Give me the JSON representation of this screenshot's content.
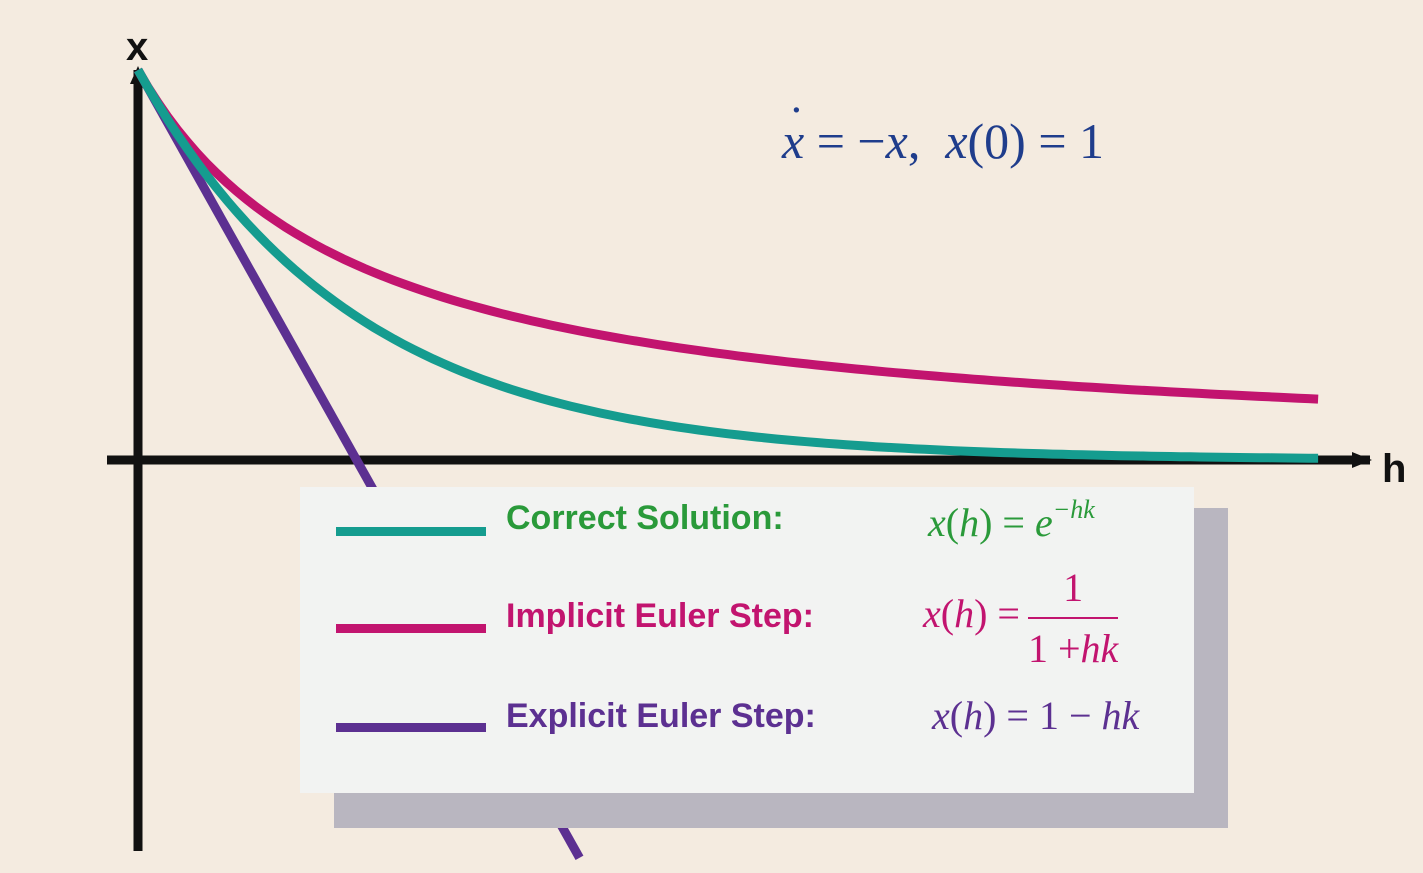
{
  "colors": {
    "background": "#f4ebe0",
    "axis": "#111111",
    "equation": "#1f3d8c",
    "correct": "#159c8f",
    "implicit": "#c2146f",
    "explicit": "#5c3091",
    "correct_text": "#2a9a3a"
  },
  "equation": {
    "lhs_var": "x",
    "eq1": " = −",
    "rhs_var": "x",
    "sep": ",  ",
    "init": "x",
    "init_args": "(0) = 1"
  },
  "legend": {
    "correct": {
      "label": "Correct Solution:",
      "f_x": "x",
      "f_arg_open": "(",
      "f_h": "h",
      "f_arg_close": ") = ",
      "f_base": "e",
      "f_exp": "−hk"
    },
    "implicit": {
      "label": "Implicit Euler Step:",
      "f_x": "x",
      "f_arg_open": "(",
      "f_h": "h",
      "f_arg_close": ") =",
      "f_num": "1",
      "f_den_a": "1 +",
      "f_den_b": "hk"
    },
    "explicit": {
      "label": "Explicit Euler Step:",
      "f_x": "x",
      "f_arg_open": "(",
      "f_h": "h",
      "f_arg_close": ") = 1 − ",
      "f_tail": "hk"
    }
  },
  "chart_data": {
    "type": "line",
    "xlabel": "h",
    "ylabel": "x",
    "xlim": [
      0,
      5.5
    ],
    "ylim": [
      -1.0,
      1.0
    ],
    "grid": false,
    "legend_position": "bottom-center",
    "series": [
      {
        "name": "Correct Solution",
        "formula": "x(h) = e^(-hk)",
        "x": [
          0,
          0.5,
          1,
          1.5,
          2,
          2.5,
          3,
          3.5,
          4,
          4.5,
          5,
          5.4
        ],
        "y": [
          1.0,
          0.607,
          0.368,
          0.223,
          0.135,
          0.082,
          0.05,
          0.03,
          0.018,
          0.011,
          0.007,
          0.005
        ]
      },
      {
        "name": "Implicit Euler Step",
        "formula": "x(h) = 1/(1+hk)",
        "x": [
          0,
          0.5,
          1,
          1.5,
          2,
          2.5,
          3,
          3.5,
          4,
          4.5,
          5,
          5.4
        ],
        "y": [
          1.0,
          0.667,
          0.5,
          0.4,
          0.333,
          0.286,
          0.25,
          0.222,
          0.2,
          0.182,
          0.167,
          0.156
        ]
      },
      {
        "name": "Explicit Euler Step",
        "formula": "x(h) = 1 - hk",
        "x": [
          0,
          2.02
        ],
        "y": [
          1.0,
          -1.02
        ]
      }
    ]
  }
}
